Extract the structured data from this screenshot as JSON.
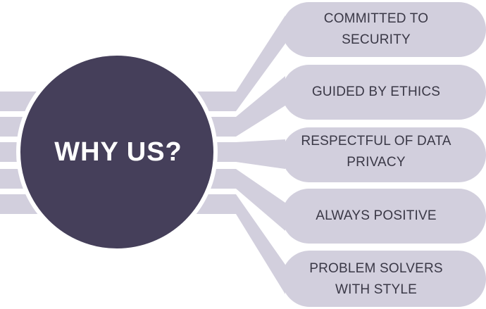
{
  "center": {
    "title": "WHY US?"
  },
  "items": [
    {
      "label": "COMMITTED TO\nSECURITY"
    },
    {
      "label": "GUIDED BY ETHICS"
    },
    {
      "label": "RESPECTFUL OF DATA\nPRIVACY"
    },
    {
      "label": "ALWAYS POSITIVE"
    },
    {
      "label": "PROBLEM SOLVERS\nWITH STYLE"
    }
  ],
  "colors": {
    "circle_fill": "#453f5a",
    "circle_border": "#ffffff",
    "band_fill": "#d2cfdd",
    "label_text": "#3a3846",
    "title_text": "#ffffff"
  }
}
